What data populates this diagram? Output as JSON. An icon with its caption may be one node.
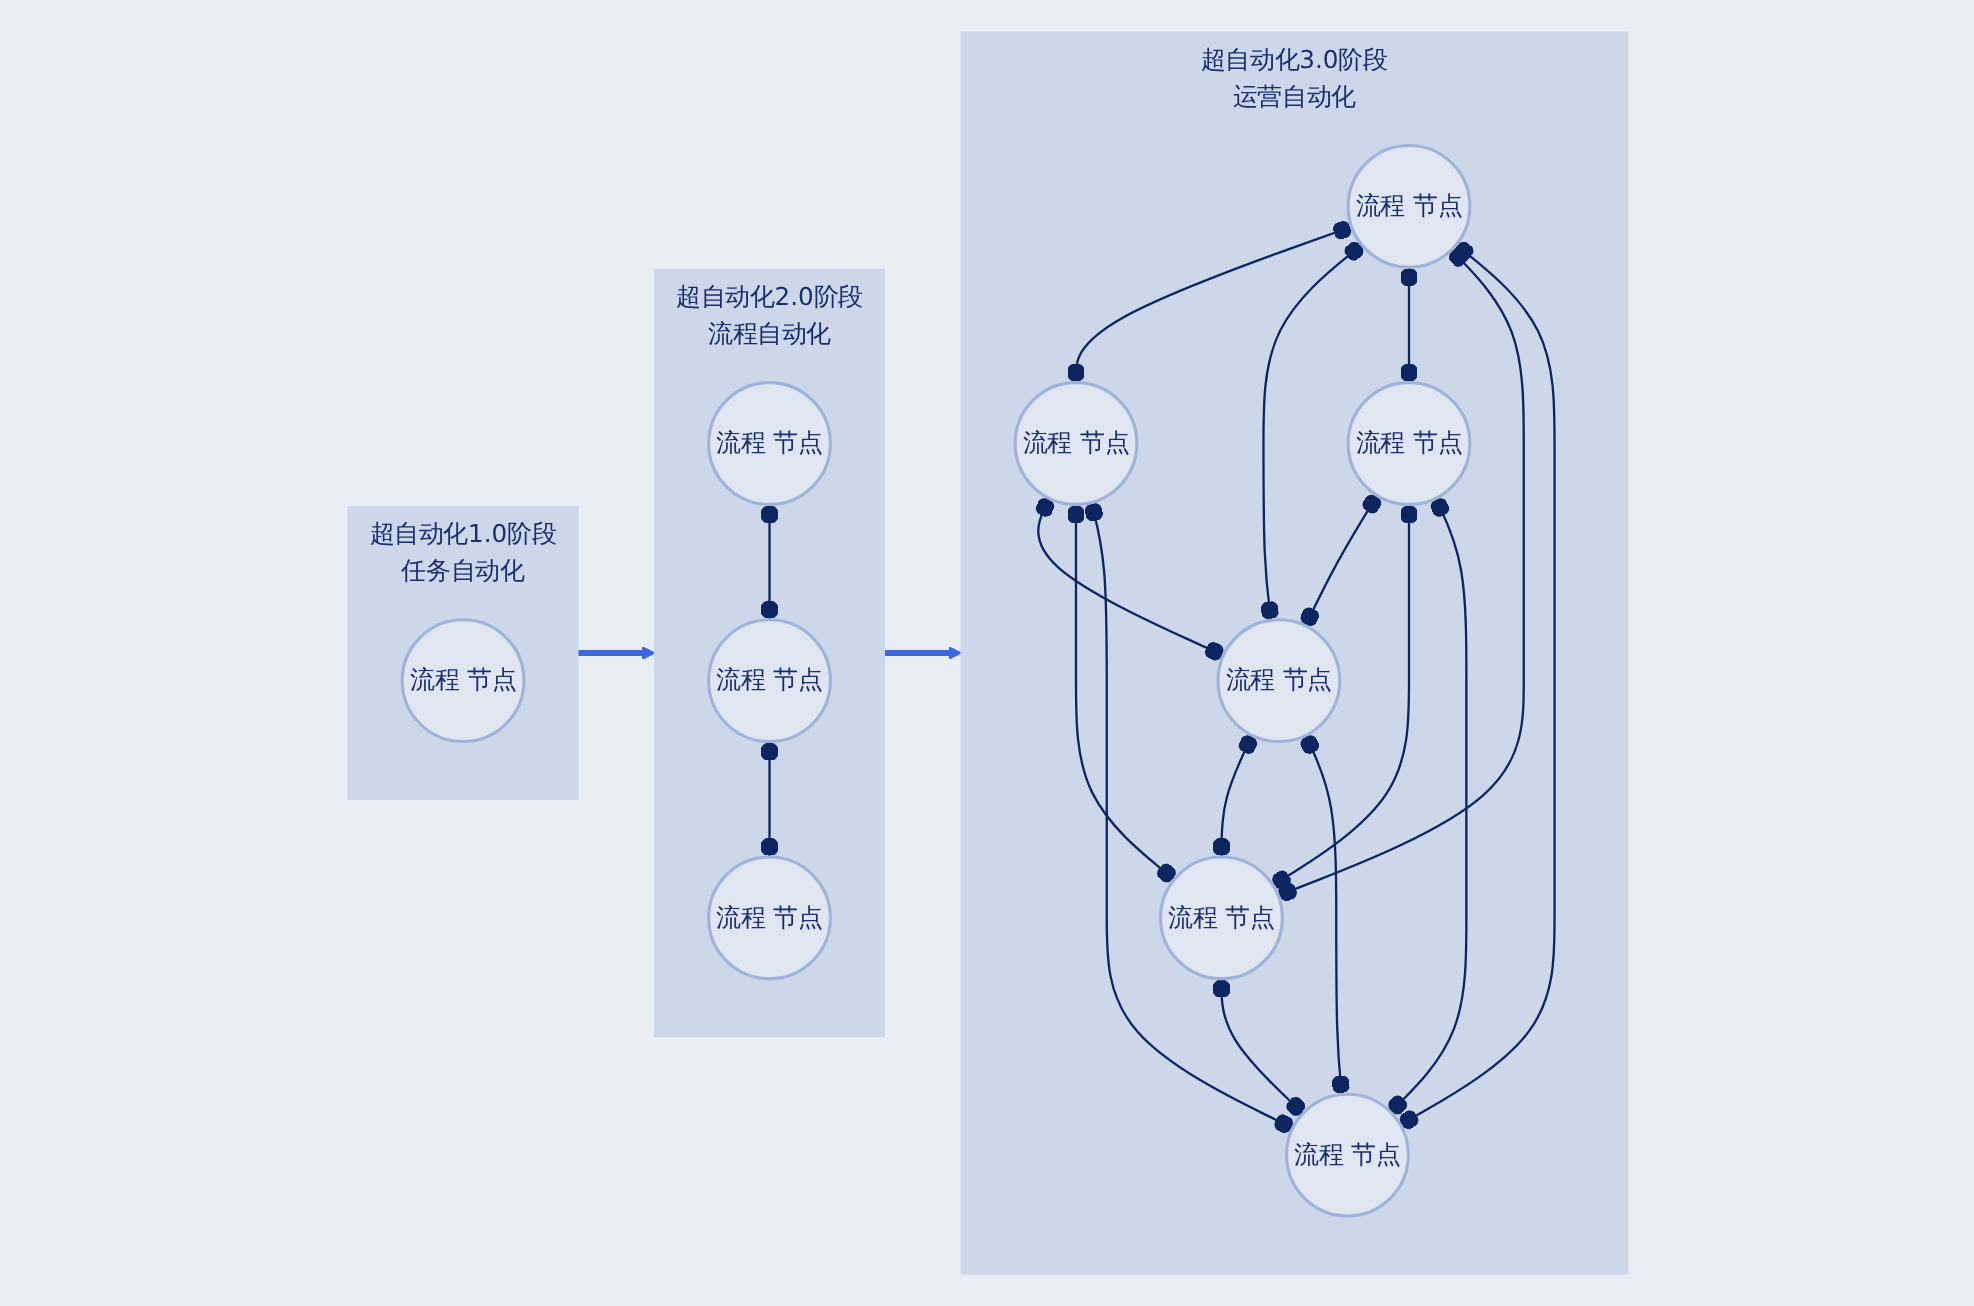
{
  "diagram": {
    "nodes": [
      {
        "text": [
          "超自动化1.0阶段",
          "任务自动化"
        ]
      },
      {
        "text": [
          "流程 节点"
        ],
        "in": 0
      },
      {
        "text": [
          "超自动化2.0阶段",
          "流程自动化"
        ]
      },
      {
        "text": [
          "流程 节点"
        ],
        "in": 2
      },
      {
        "text": [
          "流程 节点"
        ],
        "in": 2
      },
      {
        "text": [
          "流程 节点"
        ],
        "in": 2
      },
      {
        "text": [
          "超自动化3.0阶段",
          "运营自动化"
        ]
      },
      {
        "text": [
          "流程 节点"
        ],
        "in": 6
      },
      {
        "text": [
          "流程 节点"
        ],
        "in": 6
      },
      {
        "text": [
          "流程 节点"
        ],
        "in": 6
      },
      {
        "text": [
          "流程 节点"
        ],
        "in": 6
      },
      {
        "text": [
          "流程 节点"
        ],
        "in": 6
      },
      {
        "text": [
          "流程 节点"
        ],
        "in": 6
      }
    ],
    "edges": [
      {
        "from": 0,
        "to": 2,
        "arrow": "to",
        "color": "#3f66e0",
        "style": "thick"
      },
      {
        "from": 2,
        "to": 6,
        "arrow": "to",
        "color": "#3f66e0",
        "style": "thick"
      },
      {
        "from": 3,
        "to": 4,
        "arrow": "other"
      },
      {
        "from": 4,
        "to": 5,
        "arrow": "other"
      },
      {
        "from": 7,
        "to": 8,
        "arrow": "other"
      },
      {
        "from": 7,
        "to": 9,
        "arrow": "other"
      },
      {
        "from": 7,
        "to": 10,
        "arrow": "other"
      },
      {
        "from": 7,
        "to": 11,
        "arrow": "other"
      },
      {
        "from": 7,
        "to": 12,
        "arrow": "other"
      },
      {
        "from": 8,
        "to": 9,
        "arrow": "other"
      },
      {
        "from": 8,
        "to": 11,
        "arrow": "other"
      },
      {
        "from": 8,
        "to": 12,
        "arrow": "other"
      },
      {
        "from": 10,
        "to": 9,
        "arrow": "other"
      },
      {
        "from": 10,
        "to": 11,
        "arrow": "other"
      },
      {
        "from": 10,
        "to": 12,
        "arrow": "other"
      },
      {
        "from": 9,
        "to": 11,
        "arrow": "other"
      },
      {
        "from": 9,
        "to": 12,
        "arrow": "other"
      },
      {
        "from": 11,
        "to": 12,
        "arrow": "other"
      }
    ]
  }
}
